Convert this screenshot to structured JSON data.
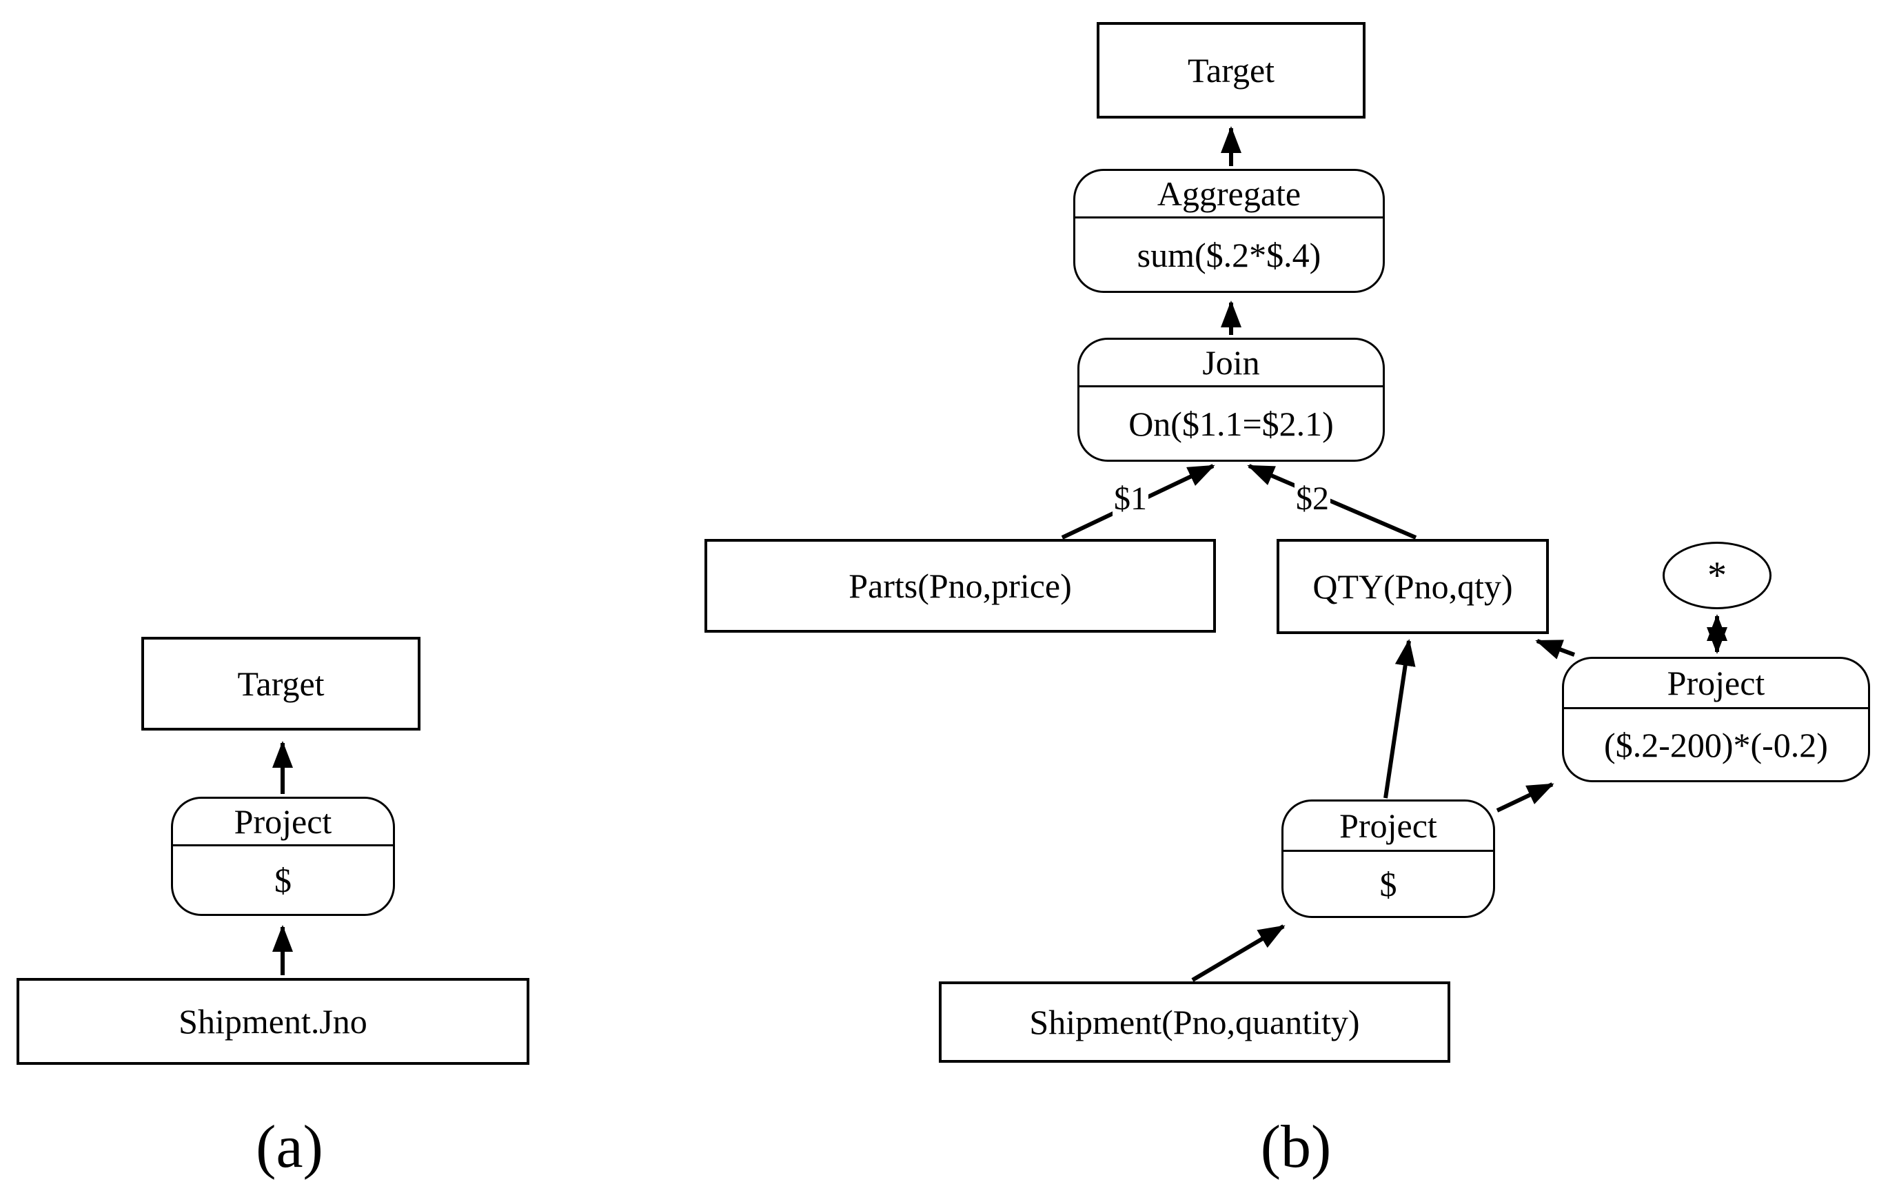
{
  "figure": {
    "background": "#ffffff",
    "stroke_color": "#000000",
    "caption_a": "(a)",
    "caption_b": "(b)"
  },
  "diagram_a": {
    "target_label": "Target",
    "project_op": {
      "title": "Project",
      "value": "$"
    },
    "source_label": "Shipment.Jno"
  },
  "diagram_b": {
    "target_label": "Target",
    "aggregate_op": {
      "title": "Aggregate",
      "value": "sum($.2*$.4)"
    },
    "join_op": {
      "title": "Join",
      "value": "On($1.1=$2.1)"
    },
    "edge_label_left": "$1",
    "edge_label_right": "$2",
    "parts_label": "Parts(Pno,price)",
    "qty_label": "QTY(Pno,qty)",
    "star_label": "*",
    "project_expr_op": {
      "title": "Project",
      "value": "($.2-200)*(-0.2)"
    },
    "project_dollar_op": {
      "title": "Project",
      "value": "$"
    },
    "shipment_label": "Shipment(Pno,quantity)"
  }
}
